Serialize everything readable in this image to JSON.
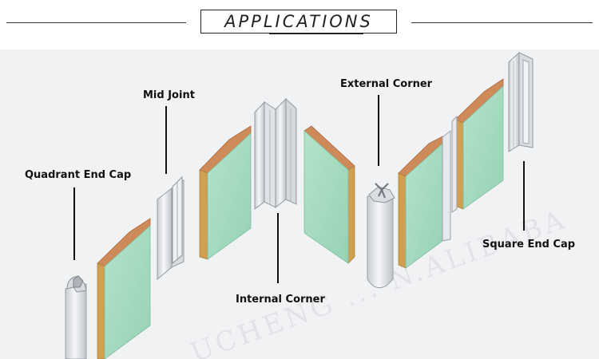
{
  "title": "APPLICATIONS",
  "watermark": "UCHENG ... N.ALIBABA",
  "labels": {
    "mid_joint": "Mid Joint",
    "external_corner": "External Corner",
    "quadrant_end_cap": "Quadrant End Cap",
    "square_end_cap": "Square End Cap",
    "internal_corner": "Internal Corner"
  },
  "colors": {
    "panel_face": "#a6dcc1",
    "panel_edge_top": "#cf8a5a",
    "panel_edge_side": "#d0a050",
    "profile": "#e4e6ea",
    "background": "#f1f2f4"
  }
}
